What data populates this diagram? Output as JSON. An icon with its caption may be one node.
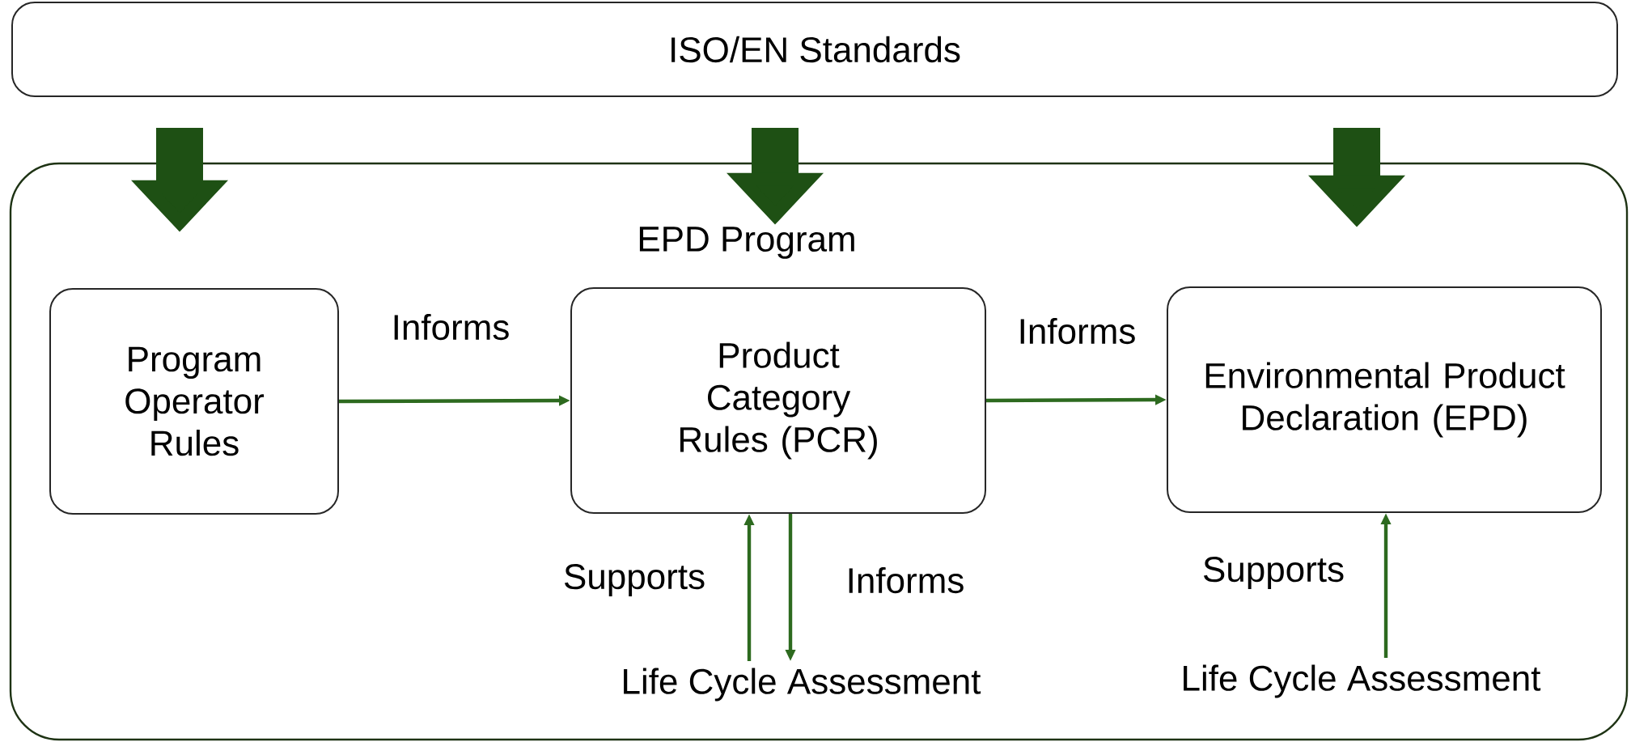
{
  "diagram": {
    "nodes": [
      {
        "text": [
          "ISO/EN Standards"
        ]
      },
      {
        "text": [
          "EPD Program"
        ]
      },
      {
        "text": [
          "Program Operator Rules"
        ],
        "in": 1
      },
      {
        "text": [
          "Product Category Rules (PCR)"
        ],
        "in": 1
      },
      {
        "text": [
          "Environmental Product Declaration (EPD)"
        ],
        "in": 1
      },
      {
        "text": [
          "Life Cycle Assessment"
        ],
        "in": 1
      },
      {
        "text": [
          "Life Cycle Assessment"
        ],
        "in": 1
      }
    ],
    "edges": [
      {
        "from": 0,
        "to": 1,
        "arrow": "to",
        "style": "thick"
      },
      {
        "from": 0,
        "to": 1,
        "arrow": "to",
        "style": "thick"
      },
      {
        "from": 0,
        "to": 1,
        "arrow": "to",
        "style": "thick"
      },
      {
        "from": 2,
        "to": 3,
        "arrow": "to",
        "label": "Informs"
      },
      {
        "from": 3,
        "to": 4,
        "arrow": "to",
        "label": "Informs"
      },
      {
        "from": 5,
        "to": 3,
        "arrow": "to",
        "label": "Supports"
      },
      {
        "from": 3,
        "to": 5,
        "arrow": "to",
        "label": "Informs"
      },
      {
        "from": 6,
        "to": 4,
        "arrow": "to",
        "label": "Supports"
      }
    ]
  }
}
